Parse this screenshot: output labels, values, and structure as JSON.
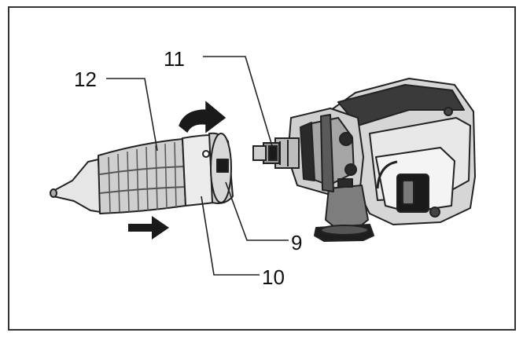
{
  "diagram": {
    "callouts": [
      {
        "id": "callout-11",
        "label": "11",
        "part": "drill-spindle"
      },
      {
        "id": "callout-12",
        "label": "12",
        "part": "chuck-sleeve"
      },
      {
        "id": "callout-9",
        "label": "9",
        "part": "release-collar"
      },
      {
        "id": "callout-10",
        "label": "10",
        "part": "chuck-ring"
      }
    ],
    "arrows": [
      {
        "id": "rotation-arrow",
        "meaning": "rotate"
      },
      {
        "id": "push-arrow",
        "meaning": "push-on"
      }
    ],
    "colors": {
      "line": "#222222",
      "fill_dark": "#1a1a1a",
      "fill_mid": "#6b6b6b",
      "fill_light": "#d9d9d9",
      "border": "#333333"
    }
  }
}
